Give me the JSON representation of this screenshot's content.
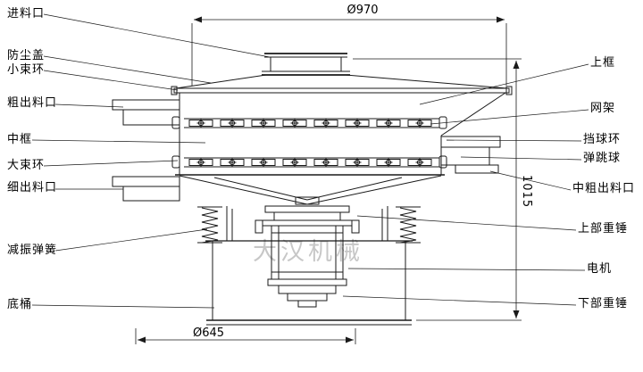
{
  "diagram": {
    "watermark": "大汉机械",
    "dimensions": {
      "top_diameter": "Ø970",
      "height": "1015",
      "bottom_diameter": "Ø645"
    },
    "labels_left": [
      {
        "text": "进料口"
      },
      {
        "text": "防尘盖"
      },
      {
        "text": "小束环"
      },
      {
        "text": "粗出料口"
      },
      {
        "text": "中框"
      },
      {
        "text": "大束环"
      },
      {
        "text": "细出料口"
      },
      {
        "text": "减振弹簧"
      },
      {
        "text": "底桶"
      }
    ],
    "labels_right": [
      {
        "text": "上框"
      },
      {
        "text": "网架"
      },
      {
        "text": "挡球环"
      },
      {
        "text": "弹跳球"
      },
      {
        "text": "中粗出料口"
      },
      {
        "text": "上部重锤"
      },
      {
        "text": "电机"
      },
      {
        "text": "下部重锤"
      }
    ]
  }
}
